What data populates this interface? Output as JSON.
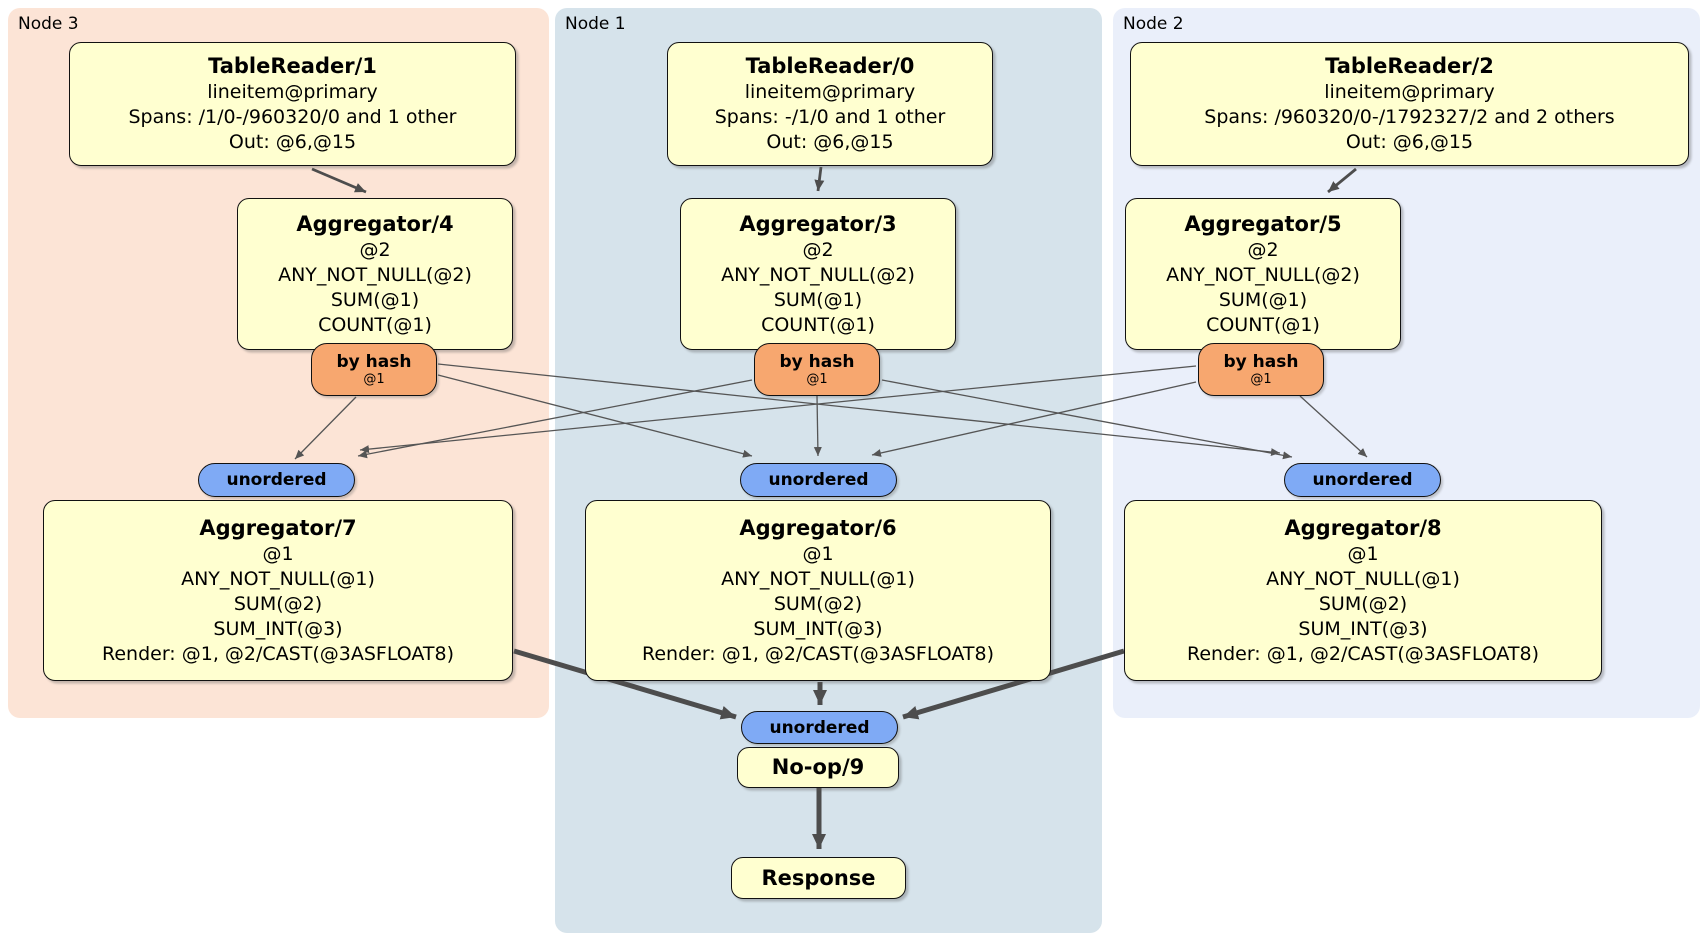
{
  "colors": {
    "node3_bg": "#fce4d6",
    "node1_bg": "#d6e3eb",
    "node2_bg": "#eaeffa",
    "box_fill": "#ffffd0",
    "box_border": "#111111",
    "router_fill": "#f7a76f",
    "sync_fill": "#7faaf5",
    "edge": "#4d4d4d",
    "edge_thin": "#555555"
  },
  "nodes": [
    {
      "label": "Node 3"
    },
    {
      "label": "Node 1"
    },
    {
      "label": "Node 2"
    }
  ],
  "processors": {
    "tr1": {
      "title": "TableReader/1",
      "lines": [
        "lineitem@primary",
        "Spans: /1/0-/960320/0 and 1 other",
        "Out: @6,@15"
      ]
    },
    "tr0": {
      "title": "TableReader/0",
      "lines": [
        "lineitem@primary",
        "Spans: -/1/0 and 1 other",
        "Out: @6,@15"
      ]
    },
    "tr2": {
      "title": "TableReader/2",
      "lines": [
        "lineitem@primary",
        "Spans: /960320/0-/1792327/2 and 2 others",
        "Out: @6,@15"
      ]
    },
    "agg4": {
      "title": "Aggregator/4",
      "lines": [
        "@2",
        "ANY_NOT_NULL(@2)",
        "SUM(@1)",
        "COUNT(@1)"
      ]
    },
    "agg3": {
      "title": "Aggregator/3",
      "lines": [
        "@2",
        "ANY_NOT_NULL(@2)",
        "SUM(@1)",
        "COUNT(@1)"
      ]
    },
    "agg5": {
      "title": "Aggregator/5",
      "lines": [
        "@2",
        "ANY_NOT_NULL(@2)",
        "SUM(@1)",
        "COUNT(@1)"
      ]
    },
    "agg7": {
      "title": "Aggregator/7",
      "lines": [
        "@1",
        "ANY_NOT_NULL(@1)",
        "SUM(@2)",
        "SUM_INT(@3)",
        "Render: @1, @2/CAST(@3ASFLOAT8)"
      ]
    },
    "agg6": {
      "title": "Aggregator/6",
      "lines": [
        "@1",
        "ANY_NOT_NULL(@1)",
        "SUM(@2)",
        "SUM_INT(@3)",
        "Render: @1, @2/CAST(@3ASFLOAT8)"
      ]
    },
    "agg8": {
      "title": "Aggregator/8",
      "lines": [
        "@1",
        "ANY_NOT_NULL(@1)",
        "SUM(@2)",
        "SUM_INT(@3)",
        "Render: @1, @2/CAST(@3ASFLOAT8)"
      ]
    },
    "noop": {
      "title": "No-op/9"
    },
    "response": {
      "title": "Response"
    }
  },
  "routers": {
    "by_hash": {
      "label": "by hash",
      "sub": "@1"
    },
    "unordered": {
      "label": "unordered"
    }
  }
}
